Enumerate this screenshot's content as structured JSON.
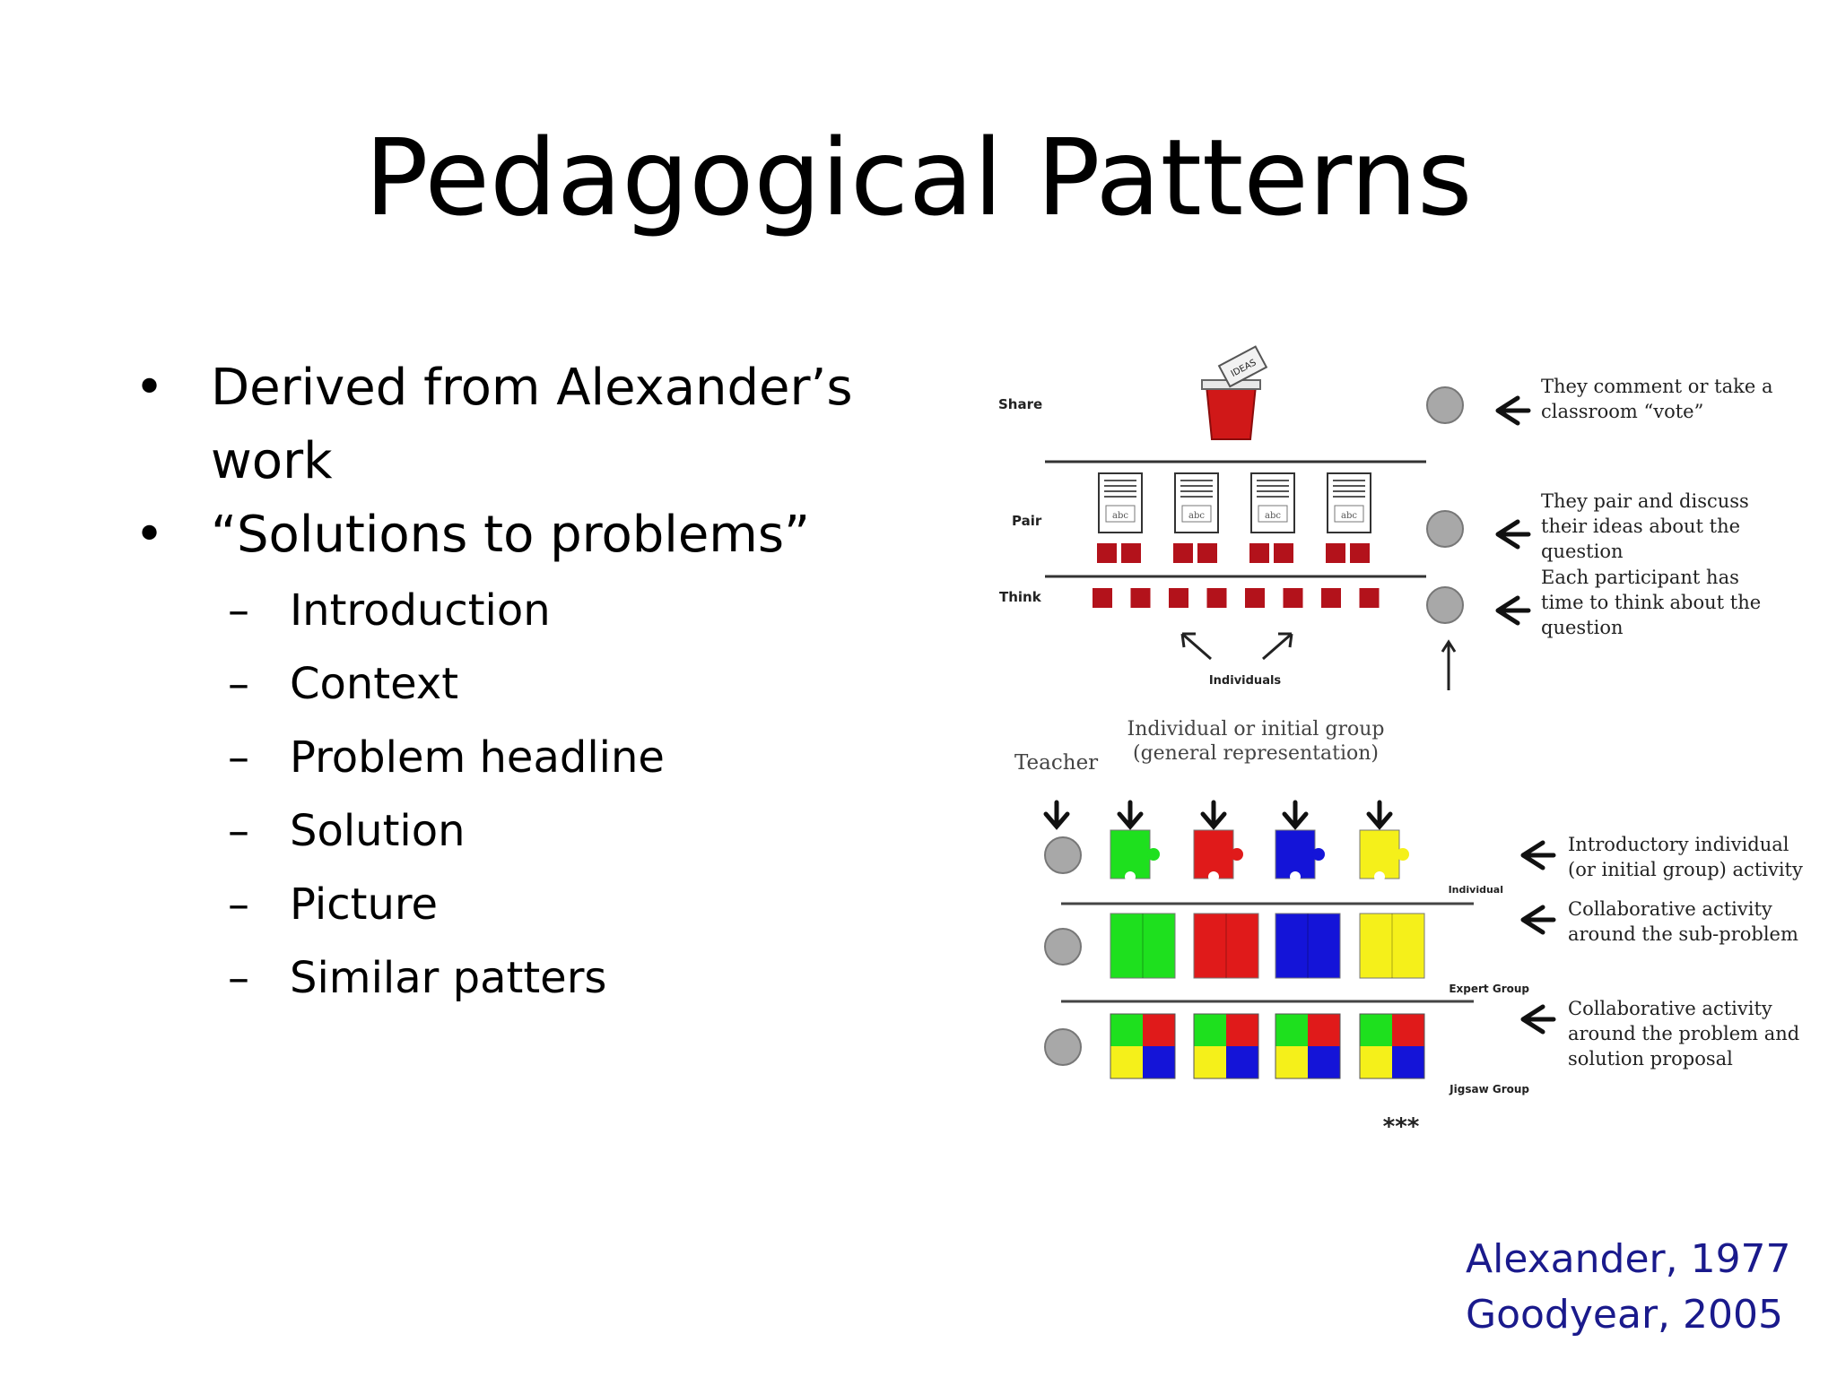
{
  "slide": {
    "title": "Pedagogical Patterns",
    "bullets": [
      {
        "text": "Derived from Alexander’s work"
      },
      {
        "text": "“Solutions to problems”"
      }
    ],
    "bullet_line_1a": "Derived from Alexander’s",
    "bullet_line_1b": "work",
    "sub_bullets": [
      "Introduction",
      "Context",
      "Problem headline",
      "Solution",
      "Picture",
      "Similar patters"
    ],
    "citations": [
      "Alexander, 1977",
      "Goodyear, 2005"
    ]
  },
  "figure": {
    "top_labels": {
      "share": "Share",
      "pair": "Pair",
      "think": "Think",
      "individuals": "Individuals"
    },
    "card_text": "abc",
    "ballot_text": "IDEAS",
    "top_notes": [
      [
        "They comment or take a",
        "classroom “vote”"
      ],
      [
        "They pair and discuss",
        "their ideas about the",
        "question"
      ],
      [
        "Each participant has",
        "time to think about the",
        "question"
      ]
    ],
    "mid_caption": [
      "Individual or initial group",
      "(general representation)"
    ],
    "teacher_label": "Teacher",
    "row_labels": {
      "individual": "Individual",
      "expert": "Expert Group",
      "jigsaw": "Jigsaw Group"
    },
    "bottom_notes": [
      [
        "Introductory individual",
        "(or initial group) activity"
      ],
      [
        "Collaborative activity",
        "around the sub-problem"
      ],
      [
        "Collaborative activity",
        "around the problem and",
        "solution proposal"
      ]
    ],
    "stars": "***",
    "colors": {
      "green": "#1ee01e",
      "red": "#e01a1a",
      "blue": "#1414d8",
      "yellow": "#f5f01a",
      "maroon": "#b3121b",
      "gray": "#a8a8a8"
    }
  }
}
